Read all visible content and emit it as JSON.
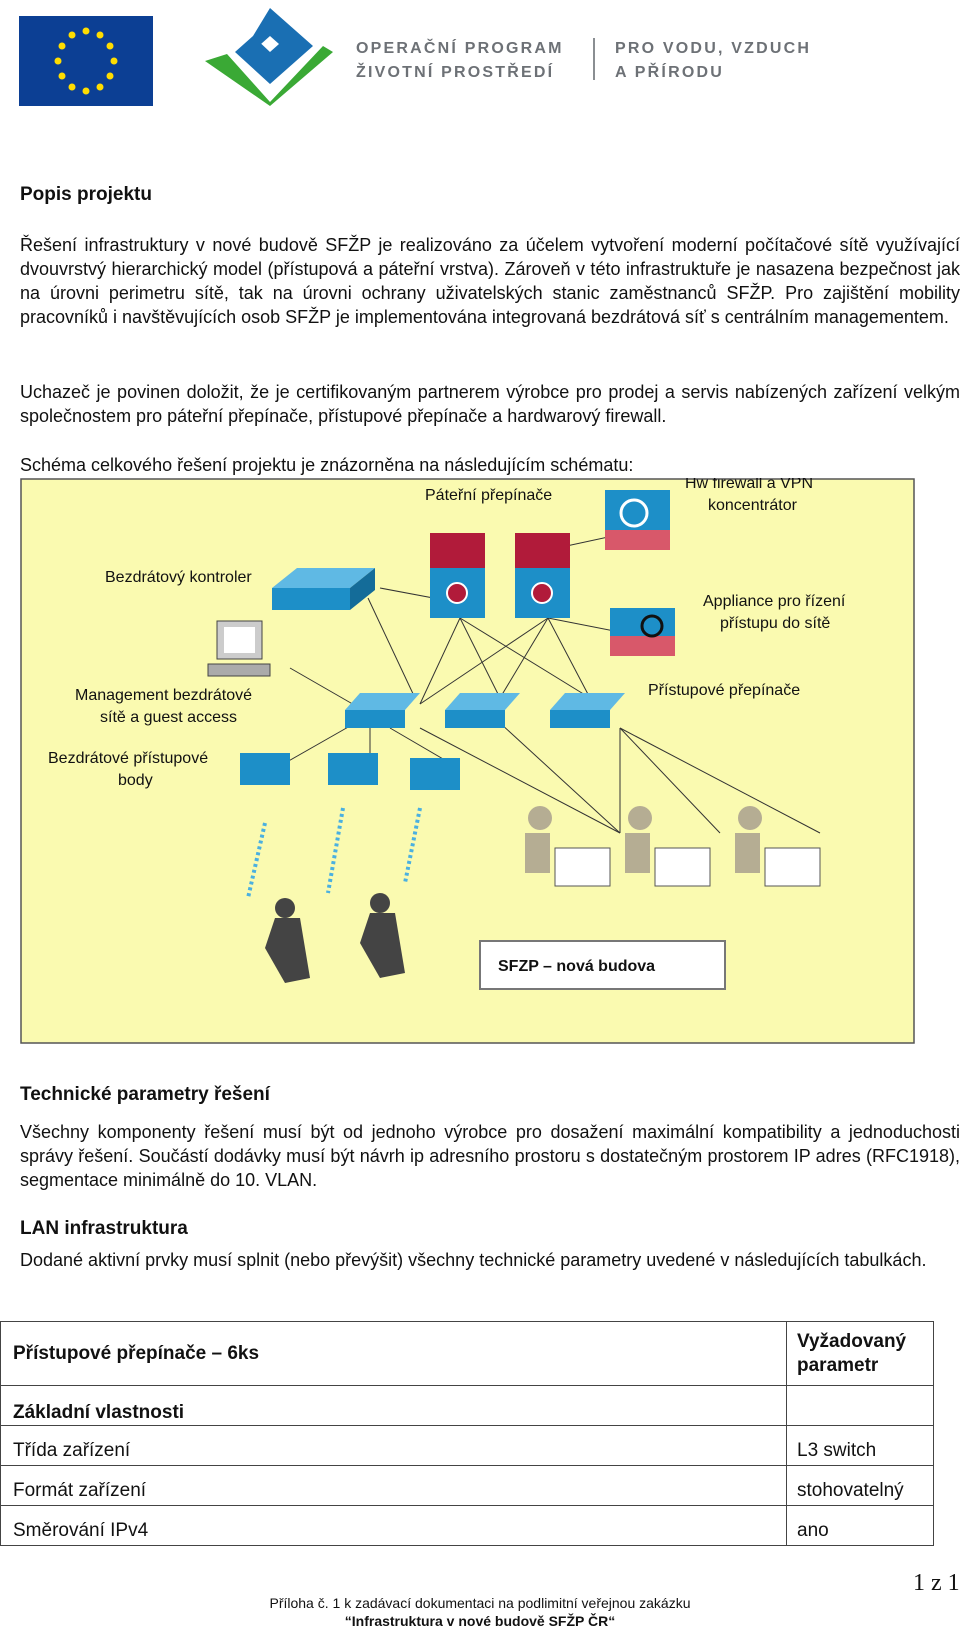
{
  "header": {
    "program_line1": "OPERAČNÍ PROGRAM",
    "program_line2": "ŽIVOTNÍ PROSTŘEDÍ",
    "slogan_line1": "PRO VODU, VZDUCH",
    "slogan_line2": "A PŘÍRODU"
  },
  "section1": {
    "title": "Popis projektu",
    "p1": "Řešení infrastruktury v nové budově SFŽP je realizováno za účelem vytvoření moderní počítačové sítě využívající dvouvrstvý hierarchický model (přístupová a páteřní vrstva). Zároveň v této infrastruktuře je nasazena bezpečnost jak na úrovni perimetru sítě, tak na úrovni ochrany uživatelských stanic zaměstnanců SFŽP. Pro zajištění mobility pracovníků i navštěvujících osob SFŽP je implementována integrovaná bezdrátová síť s centrálním managementem.",
    "p2": "Uchazeč je povinen doložit, že je certifikovaným partnerem výrobce pro prodej a servis nabízených zařízení velkým společnostem pro páteřní přepínače, přístupové přepínače a hardwarový firewall.",
    "p3": "Schéma celkového řešení projektu je znázorněna na následujícím schématu:"
  },
  "diagram": {
    "backbone": "Páteřní přepínače",
    "firewall_l1": "Hw firewall a VPN",
    "firewall_l2": "koncentrátor",
    "wlc": "Bezdrátový kontroler",
    "nac_l1": "Appliance pro řízení",
    "nac_l2": "přístupu do sítě",
    "mgmt_l1": "Management bezdrátové",
    "mgmt_l2": "sítě a guest access",
    "access": "Přístupové přepínače",
    "ap_l1": "Bezdrátové přístupové",
    "ap_l2": "body",
    "building": "SFZP – nová budova"
  },
  "section2": {
    "title": "Technické parametry řešení",
    "p1": "Všechny komponenty řešení musí být od jednoho výrobce pro dosažení maximální kompatibility a jednoduchosti správy řešení. Součástí dodávky musí být návrh ip adresního prostoru s dostatečným prostorem IP adres (RFC1918), segmentace minimálně do 10. VLAN."
  },
  "section3": {
    "title": "LAN infrastruktura",
    "p1": "Dodané aktivní prvky musí splnit (nebo převýšit) všechny technické parametry uvedené v následujících tabulkách."
  },
  "table": {
    "head_left": "Přístupové přepínače – 6ks",
    "head_right_l1": "Vyžadovaný",
    "head_right_l2": "parametr",
    "group": "Základní vlastnosti",
    "rows": [
      {
        "name": "Třída zařízení",
        "value": "L3 switch"
      },
      {
        "name": "Formát zařízení",
        "value": "stohovatelný"
      },
      {
        "name": "Směrování IPv4",
        "value": "ano"
      }
    ]
  },
  "footer": {
    "page": "1 z 1",
    "line1": "Příloha č. 1 k zadávací dokumentaci na podlimitní veřejnou zakázku",
    "line2": "“Infrastruktura v nové budově SFŽP ČR“"
  },
  "colors": {
    "diagram_bg": "#fafab0",
    "switch_blue": "#1d8fc8",
    "core_red": "#b11b3a",
    "eu_blue": "#0c3f94",
    "op_blue": "#1a6fb3",
    "op_green": "#3aa935"
  }
}
